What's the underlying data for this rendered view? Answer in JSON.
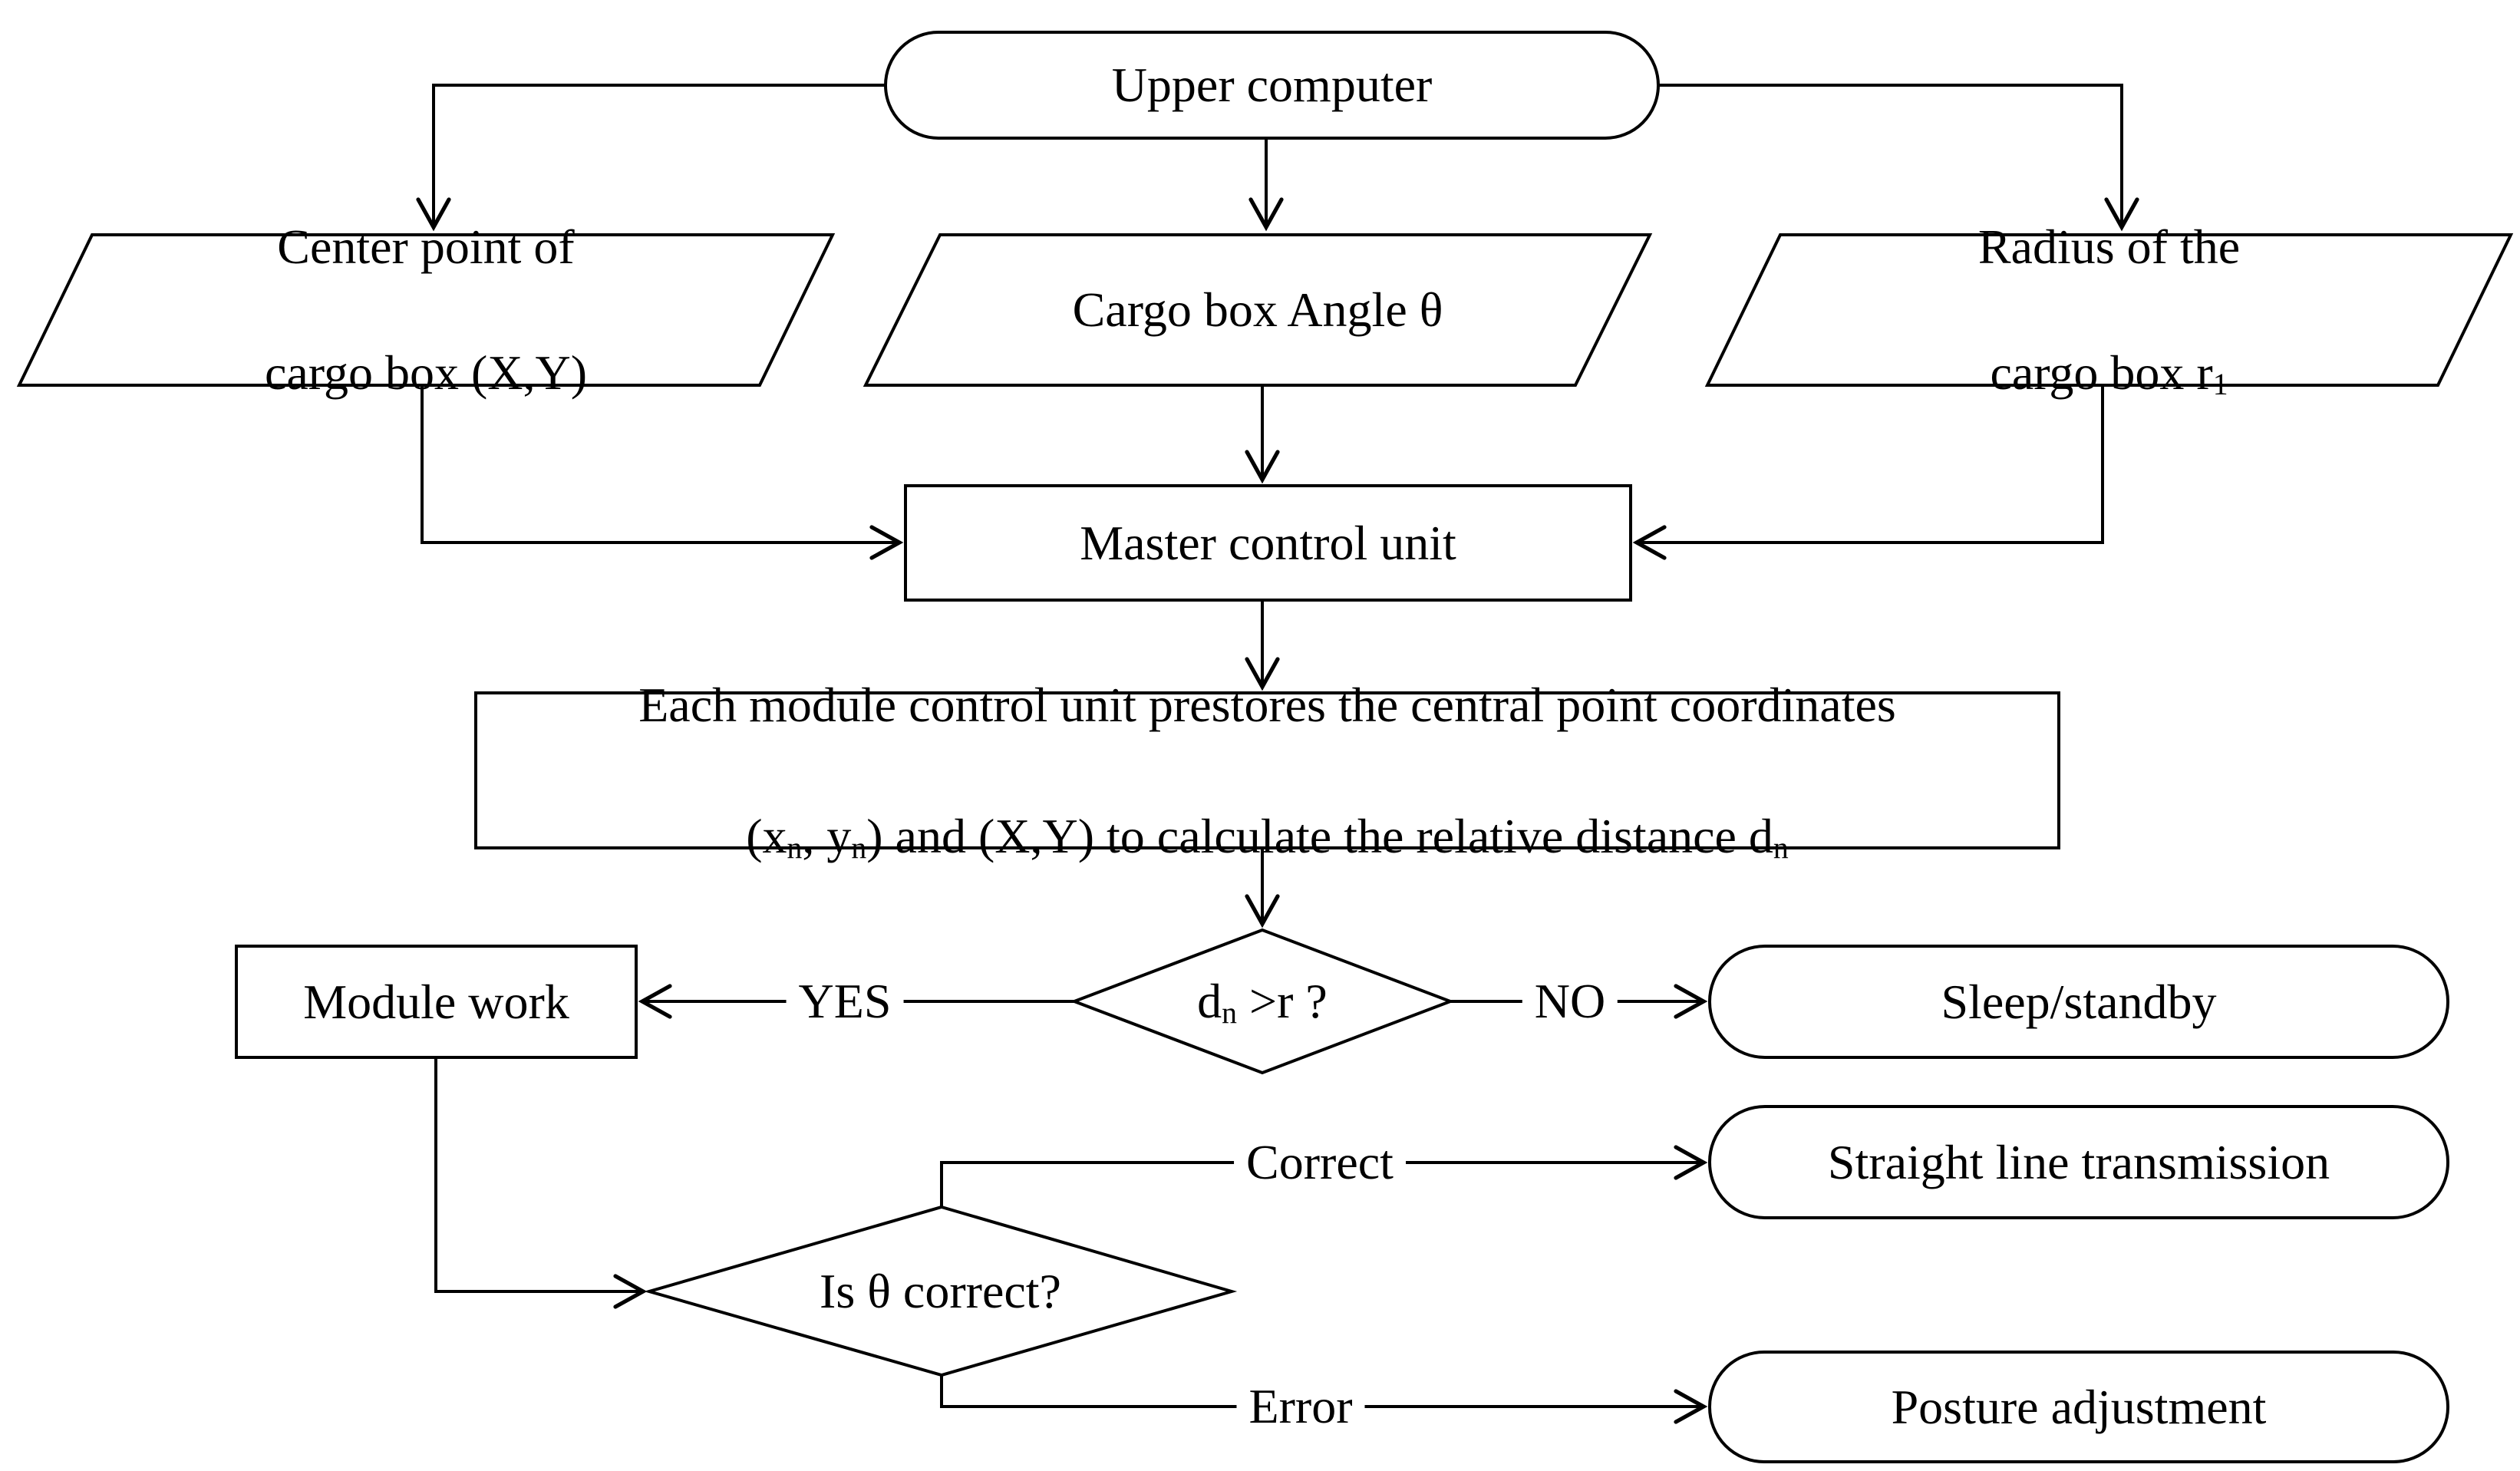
{
  "figure": {
    "type": "flowchart",
    "background": "#ffffff",
    "stroke_color": "#000000"
  },
  "nodes": {
    "upper_computer": {
      "label": "Upper computer"
    },
    "center_point": {
      "line1": "Center point of",
      "line2": "cargo box (X,Y)"
    },
    "cargo_angle": {
      "label": "Cargo box Angle θ"
    },
    "radius": {
      "line1": "Radius of the",
      "line2_main": "cargo box r",
      "line2_sub": "1"
    },
    "master_control": {
      "label": "Master control unit"
    },
    "module_prestore": {
      "line1": "Each module control unit prestores the central point coordinates",
      "line2_p1": "(x",
      "line2_s1": "n",
      "line2_p2": ", y",
      "line2_s2": "n",
      "line2_p3": ") and (X,Y) to calculate the relative distance d",
      "line2_s3": "n"
    },
    "distance_check": {
      "p1": "d",
      "s1": "n",
      "p2": " >r ?"
    },
    "module_work": {
      "label": "Module work"
    },
    "sleep_standby": {
      "label": "Sleep/standby"
    },
    "angle_check": {
      "label": "Is θ correct?"
    },
    "straight_line": {
      "label": "Straight line transmission"
    },
    "posture_adjustment": {
      "label": "Posture adjustment"
    }
  },
  "edge_labels": {
    "yes": "YES",
    "no": "NO",
    "correct": "Correct",
    "error": "Error"
  }
}
